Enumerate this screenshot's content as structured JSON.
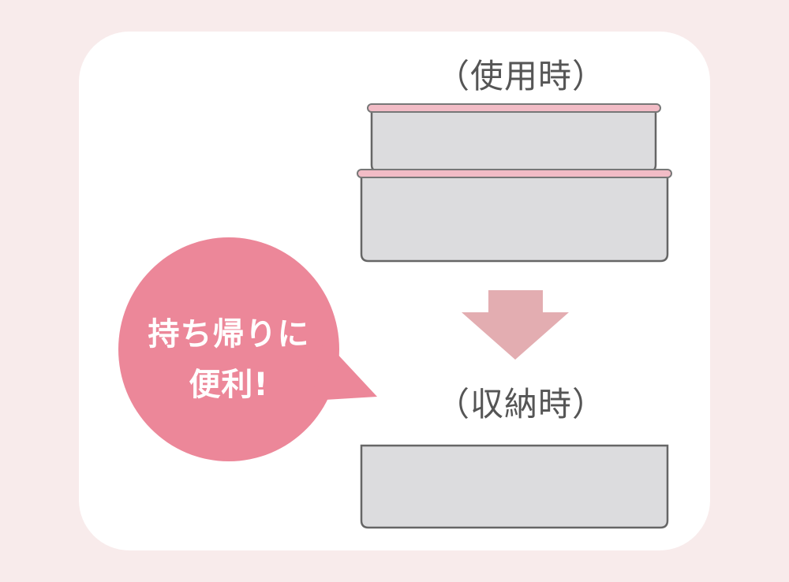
{
  "labels": {
    "in_use": "（使用時）",
    "stored": "（収納時）"
  },
  "bubble": {
    "line1": "持ち帰りに",
    "line2": "便利!"
  },
  "colors": {
    "background": "#f8ebeb",
    "panel": "#ffffff",
    "bubble": "#ec8799",
    "arrow": "#e3adb1",
    "container_fill": "#dcdcde",
    "container_stroke": "#666666",
    "lid": "#f2bcc6"
  }
}
